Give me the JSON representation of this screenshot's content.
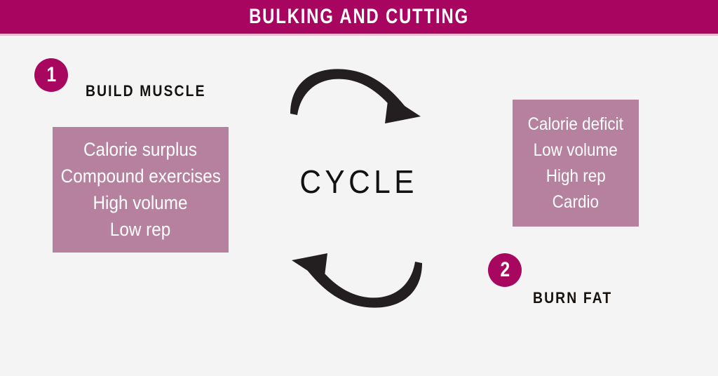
{
  "header": {
    "title": "BULKING AND CUTTING",
    "bar_color": "#a80560",
    "underline_color": "#e9b9d2",
    "title_color": "#ffffff"
  },
  "canvas": {
    "background_color": "#f4f4f4"
  },
  "center": {
    "label": "CYCLE",
    "label_color": "#111111",
    "arrows": [
      {
        "name": "cycle-arrow-top",
        "direction": "clockwise-right",
        "color": "#231f20"
      },
      {
        "name": "cycle-arrow-bottom",
        "direction": "clockwise-left",
        "color": "#231f20"
      }
    ]
  },
  "steps": [
    {
      "number": "1",
      "caption": "BUILD MUSCLE",
      "badge_color": "#a8075f",
      "badge_text_color": "#ffffff",
      "caption_color": "#15120f",
      "panel": {
        "name": "bulking-panel",
        "background_color": "#b6809f",
        "text_color": "#ffffff",
        "lines": [
          "Calorie surplus",
          "Compound exercises",
          "High volume",
          "Low rep"
        ]
      }
    },
    {
      "number": "2",
      "caption": "BURN FAT",
      "badge_color": "#a8075f",
      "badge_text_color": "#ffffff",
      "caption_color": "#15120f",
      "panel": {
        "name": "cutting-panel",
        "background_color": "#b6809f",
        "text_color": "#ffffff",
        "lines": [
          "Calorie deficit",
          "Low volume",
          "High rep",
          "Cardio"
        ]
      }
    }
  ]
}
